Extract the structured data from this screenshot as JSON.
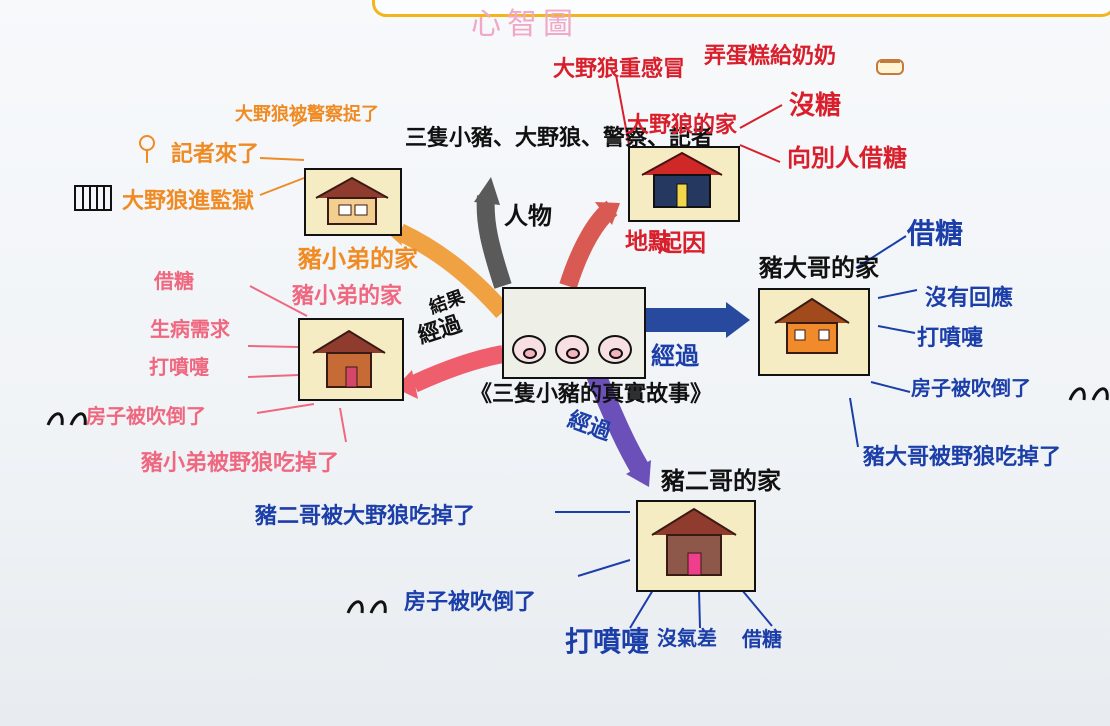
{
  "title": "心智圖",
  "main": "《三隻小豬的真實故事》",
  "left": {
    "top_label": "大野狼被警察捉了",
    "reporter": "記者來了",
    "jail": "大野狼進監獄",
    "house1": "豬小弟的家",
    "house2": "豬小弟的家",
    "list": [
      "借糖",
      "生病需求",
      "打噴嚏",
      "房子被吹倒了",
      "豬小弟被野狼吃掉了"
    ],
    "end": "結果",
    "process": "經過"
  },
  "top": {
    "characters": "三隻小豬、大野狼、警察、記者",
    "role": "人物",
    "place": "地點",
    "wolf_home": "大野狼的家",
    "cake": "弄蛋糕給奶奶",
    "cold": "大野狼重感冒",
    "no_sugar": "沒糖",
    "borrow": "向別人借糖",
    "cause": "起因"
  },
  "right": {
    "house": "豬大哥的家",
    "process": "經過",
    "list": [
      "借糖",
      "沒有回應",
      "打噴嚏",
      "房子被吹倒了",
      "豬大哥被野狼吃掉了"
    ]
  },
  "bottom": {
    "process": "經過",
    "house": "豬二哥的家",
    "eat": "豬二哥被大野狼吃掉了",
    "fall": "房子被吹倒了",
    "items": [
      "打噴嚏",
      "沒氣差",
      "借糖"
    ]
  },
  "colors": {
    "red": "#d81f2b",
    "orange": "#f08b24",
    "pink": "#ef6880",
    "blue": "#1b3ea8",
    "black": "#111111"
  }
}
